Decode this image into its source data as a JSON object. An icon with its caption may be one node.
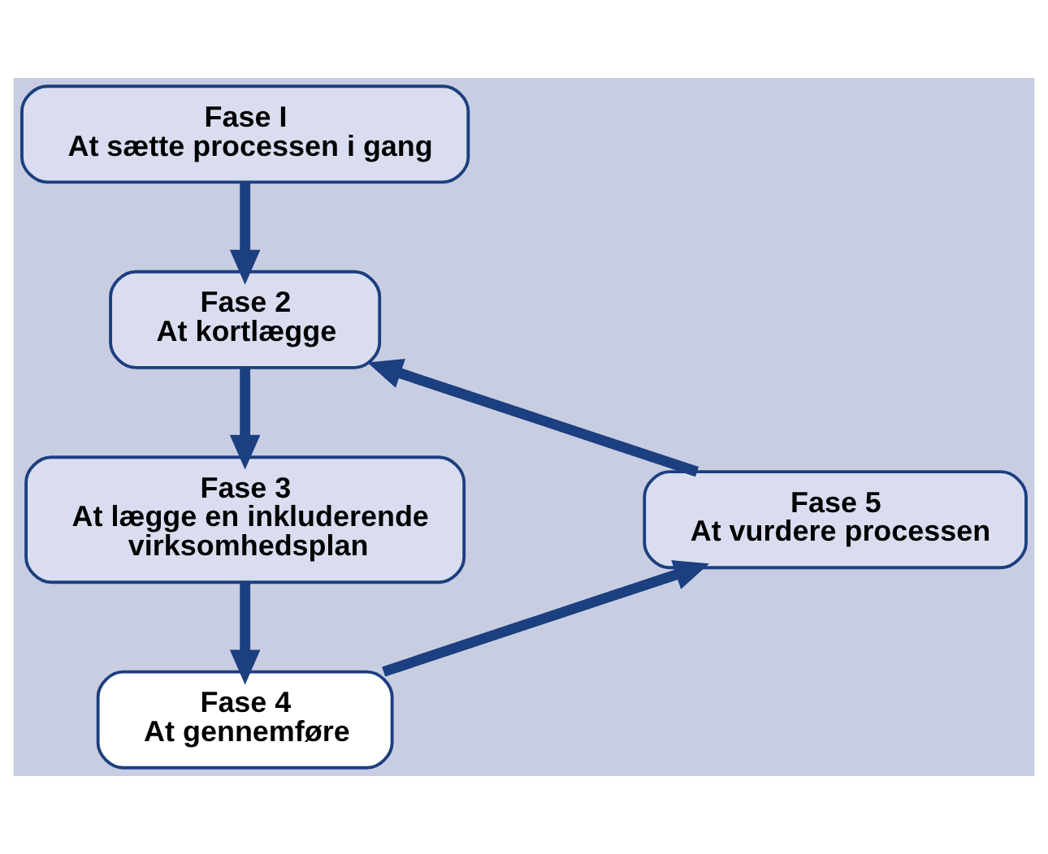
{
  "diagram": {
    "nodes": [
      {
        "text": [
          "Fase I",
          "At sætte processen i gang"
        ]
      },
      {
        "text": [
          "Fase 2",
          "At kortlægge"
        ]
      },
      {
        "text": [
          "Fase 3",
          "At lægge en inkluderende virksomhedsplan"
        ]
      },
      {
        "text": [
          "Fase 4",
          "At gennemføre"
        ]
      },
      {
        "text": [
          "Fase 5",
          "At vurdere processen"
        ]
      }
    ],
    "edges": [
      {
        "from": 0,
        "to": 1,
        "arrow": "to"
      },
      {
        "from": 1,
        "to": 2,
        "arrow": "to"
      },
      {
        "from": 2,
        "to": 3,
        "arrow": "to"
      },
      {
        "from": 3,
        "to": 4,
        "arrow": "to"
      },
      {
        "from": 4,
        "to": 1,
        "arrow": "to"
      }
    ]
  }
}
